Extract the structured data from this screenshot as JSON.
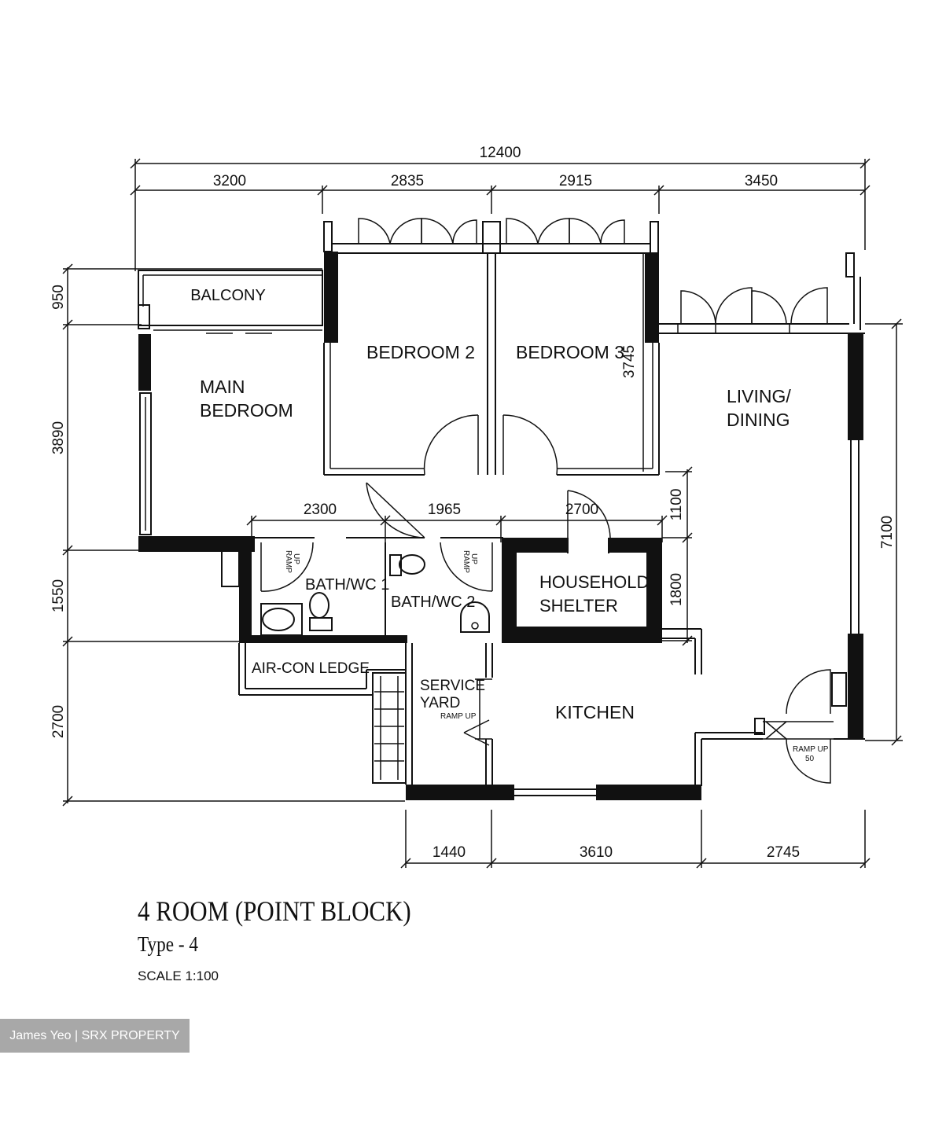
{
  "plan": {
    "title": "4 ROOM (POINT BLOCK)",
    "type": "Type - 4",
    "scale": "SCALE  1:100"
  },
  "dimensions": {
    "overall_width": "12400",
    "top": [
      "3200",
      "2835",
      "2915",
      "3450"
    ],
    "left": [
      "950",
      "3890",
      "1550",
      "2700"
    ],
    "right_total": "7100",
    "bedroom3_depth": "3745",
    "bath_row": [
      "2300",
      "1965",
      "2700"
    ],
    "shelter_side": [
      "1100",
      "1800"
    ],
    "bottom": [
      "1440",
      "3610",
      "2745"
    ]
  },
  "rooms": {
    "balcony": "BALCONY",
    "main_bedroom": [
      "MAIN",
      "BEDROOM"
    ],
    "bedroom2": "BEDROOM  2",
    "bedroom3": "BEDROOM  3",
    "living_dining": [
      "LIVING/",
      "DINING"
    ],
    "bath1": "BATH/WC 1",
    "bath2": "BATH/WC 2",
    "household_shelter": [
      "HOUSEHOLD",
      "SHELTER"
    ],
    "aircon_ledge": "AIR-CON  LEDGE",
    "service_yard": [
      "SERVICE",
      "YARD"
    ],
    "kitchen": "KITCHEN"
  },
  "annotations": {
    "ramp_up": "RAMP UP",
    "ramp_up_entrance": [
      "RAMP UP",
      "50"
    ],
    "ramp_bath_a": [
      "RAMP",
      "UP"
    ],
    "ramp_bath_b": [
      "RAMP",
      "UP"
    ]
  },
  "watermark": "James Yeo | SRX PROPERTY"
}
